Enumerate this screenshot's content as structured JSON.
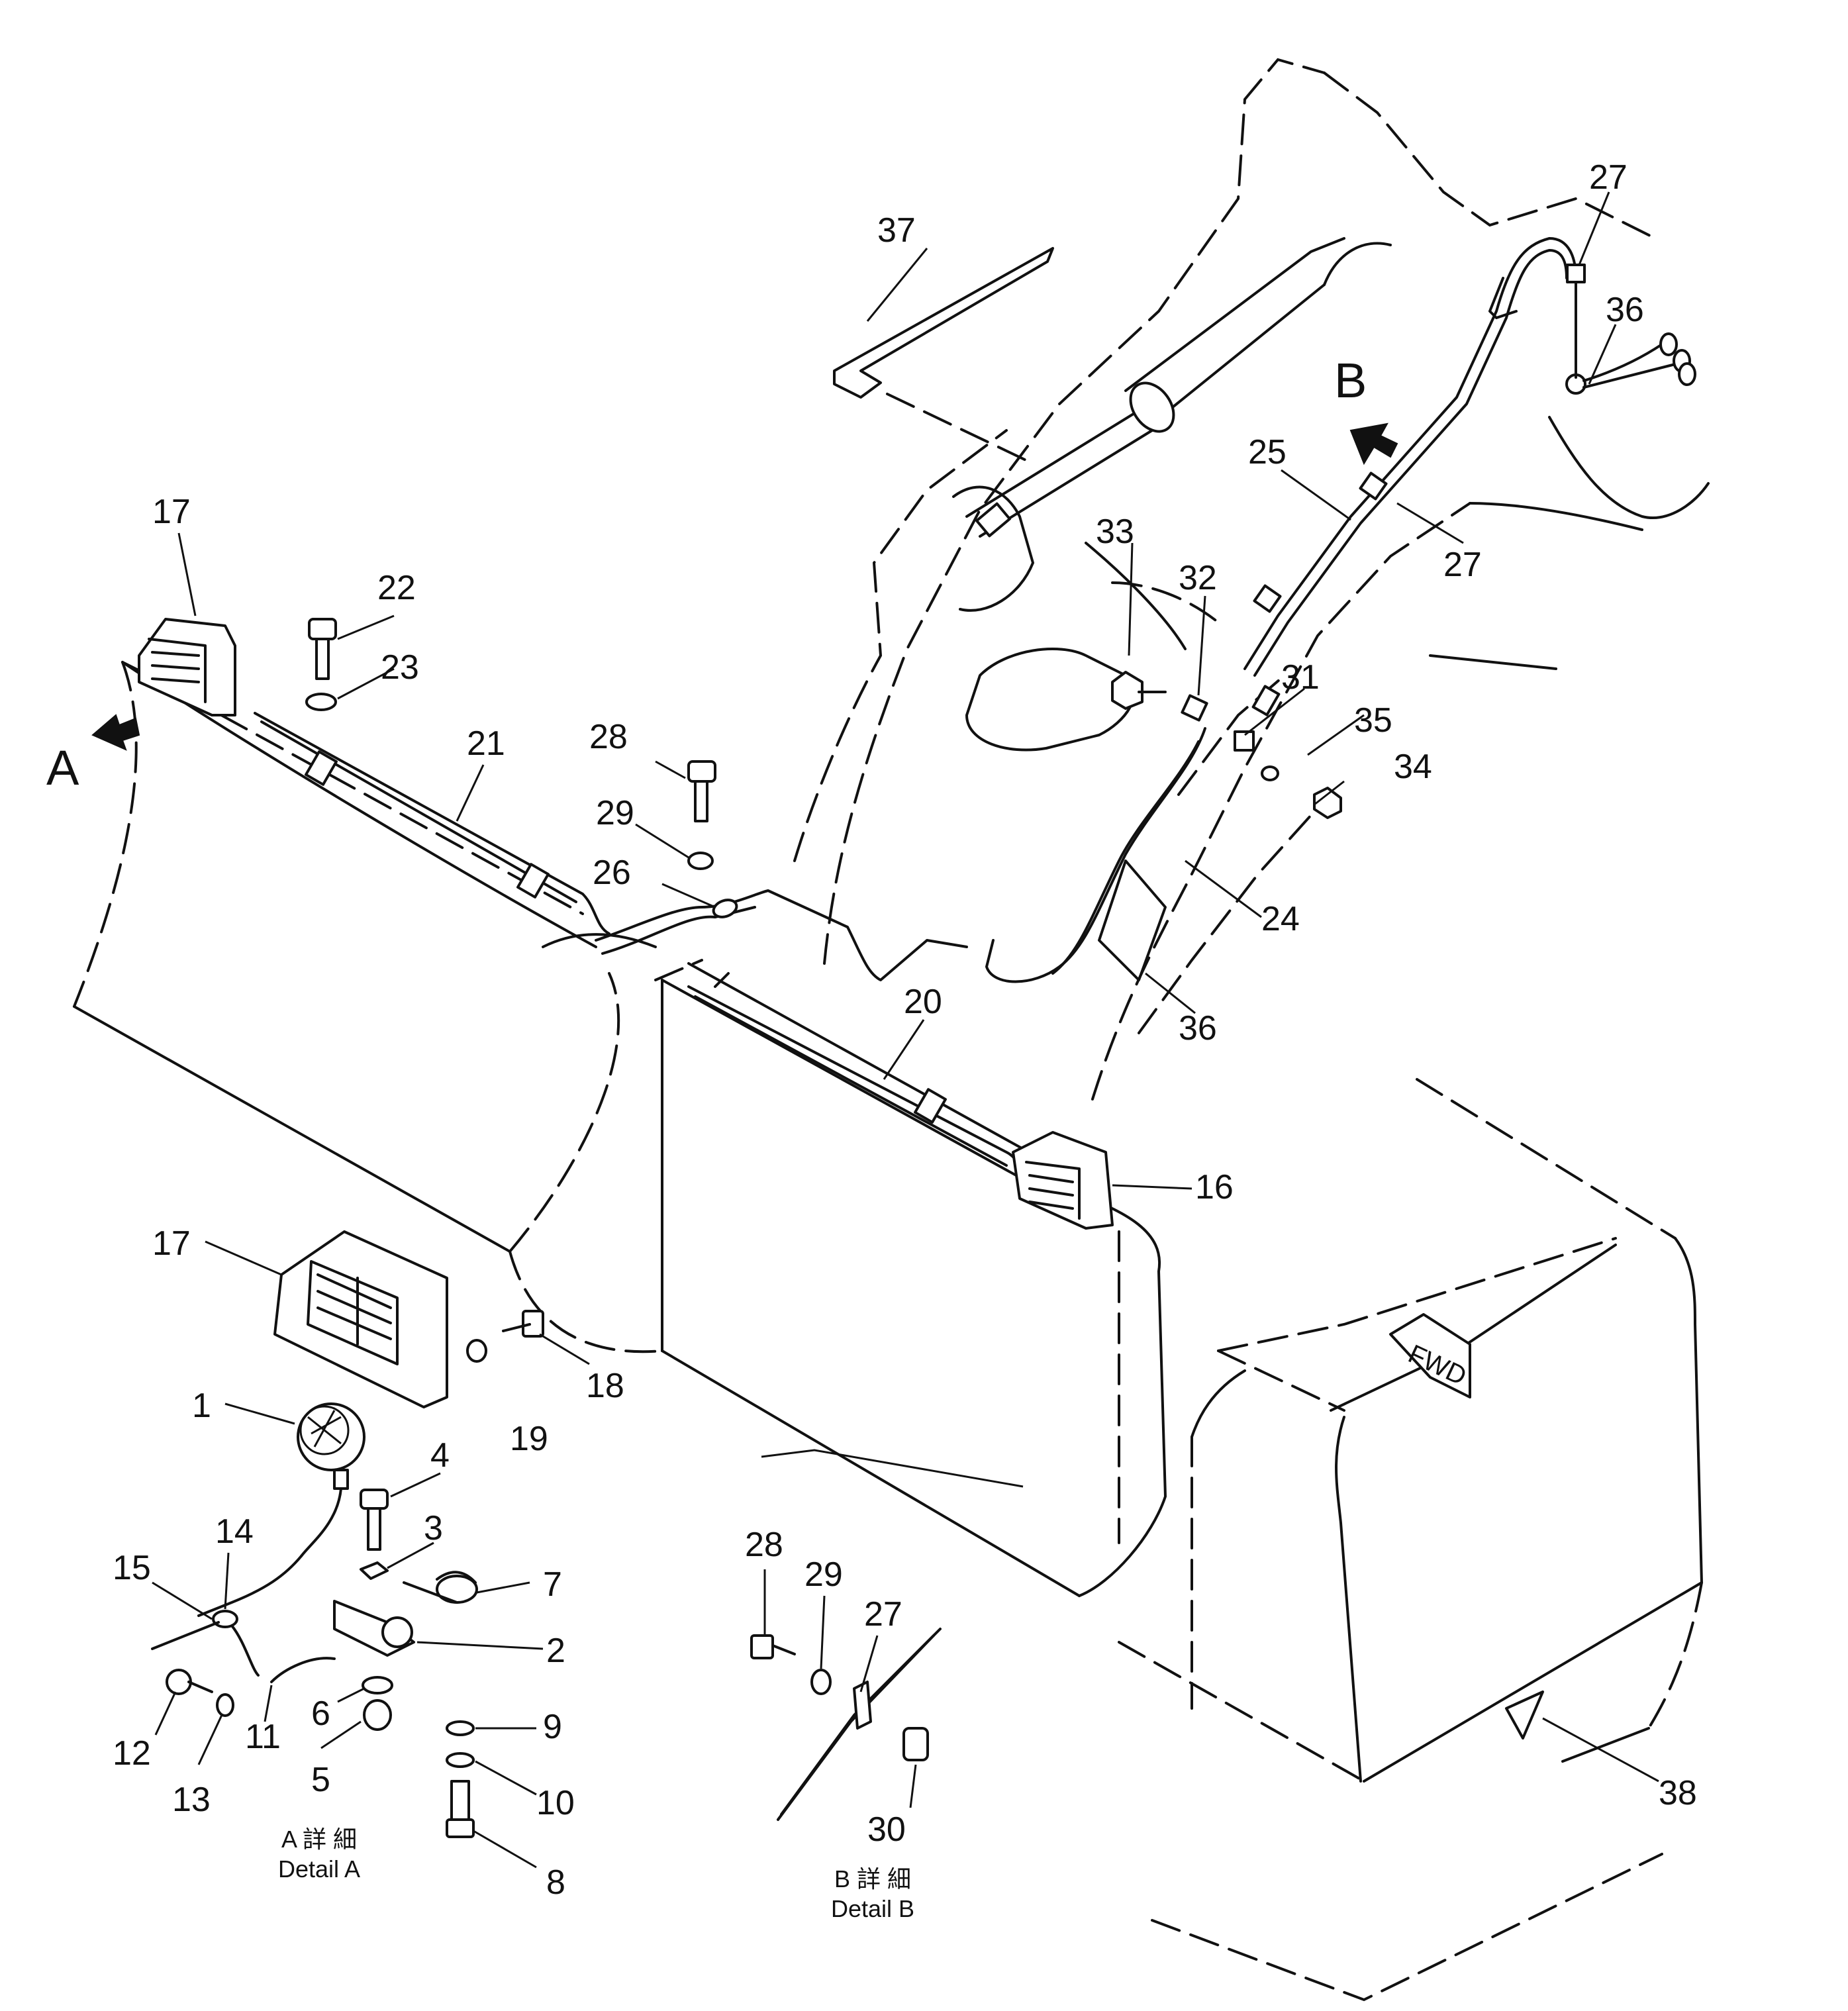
{
  "view_markers": {
    "a": "A",
    "b": "B"
  },
  "fwd_label": "FWD",
  "detail_captions": {
    "a_line1": "A 詳 細",
    "a_line2": "Detail  A",
    "b_line1": "B 詳 細",
    "b_line2": "Detail  B"
  },
  "part_numbers": {
    "p1": "1",
    "p2": "2",
    "p3": "3",
    "p4": "4",
    "p5": "5",
    "p6": "6",
    "p7": "7",
    "p8": "8",
    "p9": "9",
    "p10": "10",
    "p11": "11",
    "p12": "12",
    "p13": "13",
    "p14": "14",
    "p15": "15",
    "p16": "16",
    "p17a": "17",
    "p17b": "17",
    "p18": "18",
    "p19": "19",
    "p20": "20",
    "p21": "21",
    "p22": "22",
    "p23": "23",
    "p24": "24",
    "p25": "25",
    "p26": "26",
    "p27a": "27",
    "p27b": "27",
    "p27c": "27",
    "p28a": "28",
    "p28b": "28",
    "p29a": "29",
    "p29b": "29",
    "p30": "30",
    "p31": "31",
    "p32": "32",
    "p33": "33",
    "p34": "34",
    "p35": "35",
    "p36a": "36",
    "p36b": "36",
    "p37": "37",
    "p38": "38"
  }
}
